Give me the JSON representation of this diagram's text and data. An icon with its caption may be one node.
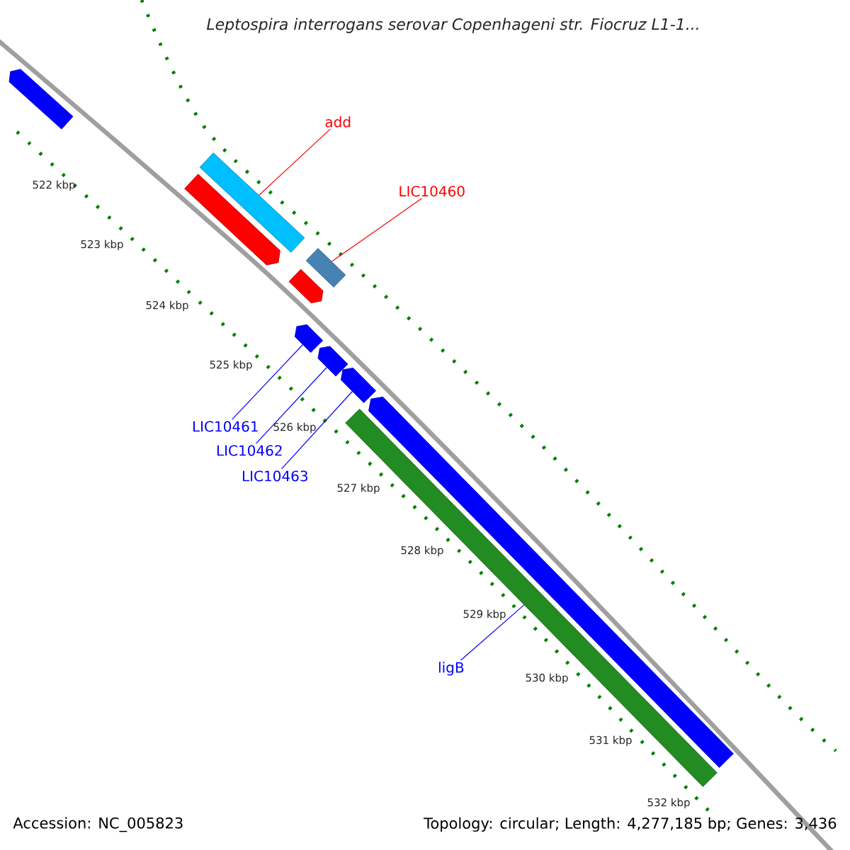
{
  "diagram": {
    "title": "Leptospira interrogans serovar Copenhageni str. Fiocruz L1-1...",
    "nodes": [
      {
        "text": [
          "add"
        ]
      },
      {
        "text": [
          "LIC10460"
        ]
      },
      {
        "text": [
          "LIC10461"
        ]
      },
      {
        "text": [
          "LIC10462"
        ]
      },
      {
        "text": [
          "LIC10463"
        ]
      },
      {
        "text": [
          "ligB"
        ]
      },
      {
        "text": [],
        "shape": "bar"
      },
      {
        "text": [],
        "shape": "bar"
      },
      {
        "text": [],
        "shape": "bar"
      },
      {
        "text": [],
        "shape": "bar"
      },
      {
        "text": [],
        "shape": "bar"
      },
      {
        "text": [],
        "shape": "bar"
      },
      {
        "text": [],
        "shape": "bar"
      },
      {
        "text": [],
        "shape": "bar"
      },
      {
        "text": [],
        "shape": "bar"
      },
      {
        "text": [],
        "shape": "bar"
      }
    ],
    "edges": [
      {
        "from": 0,
        "to": 7,
        "arrow": "none",
        "color": "#ff0000"
      },
      {
        "from": 1,
        "to": 9,
        "arrow": "none",
        "color": "#ff0000"
      },
      {
        "from": 2,
        "to": 11,
        "arrow": "none"
      },
      {
        "from": 3,
        "to": 12,
        "arrow": "none"
      },
      {
        "from": 4,
        "to": 13,
        "arrow": "none"
      },
      {
        "from": 5,
        "to": 15,
        "arrow": "none"
      }
    ],
    "labels": [
      "522 kbp",
      "523 kbp",
      "524 kbp",
      "525 kbp",
      "526 kbp",
      "527 kbp",
      "528 kbp",
      "529 kbp",
      "530 kbp",
      "531 kbp",
      "532 kbp",
      "Accession: NC_005823",
      "Topology: circular; Length: 4,277,185 bp; Genes: 3,436"
    ]
  }
}
